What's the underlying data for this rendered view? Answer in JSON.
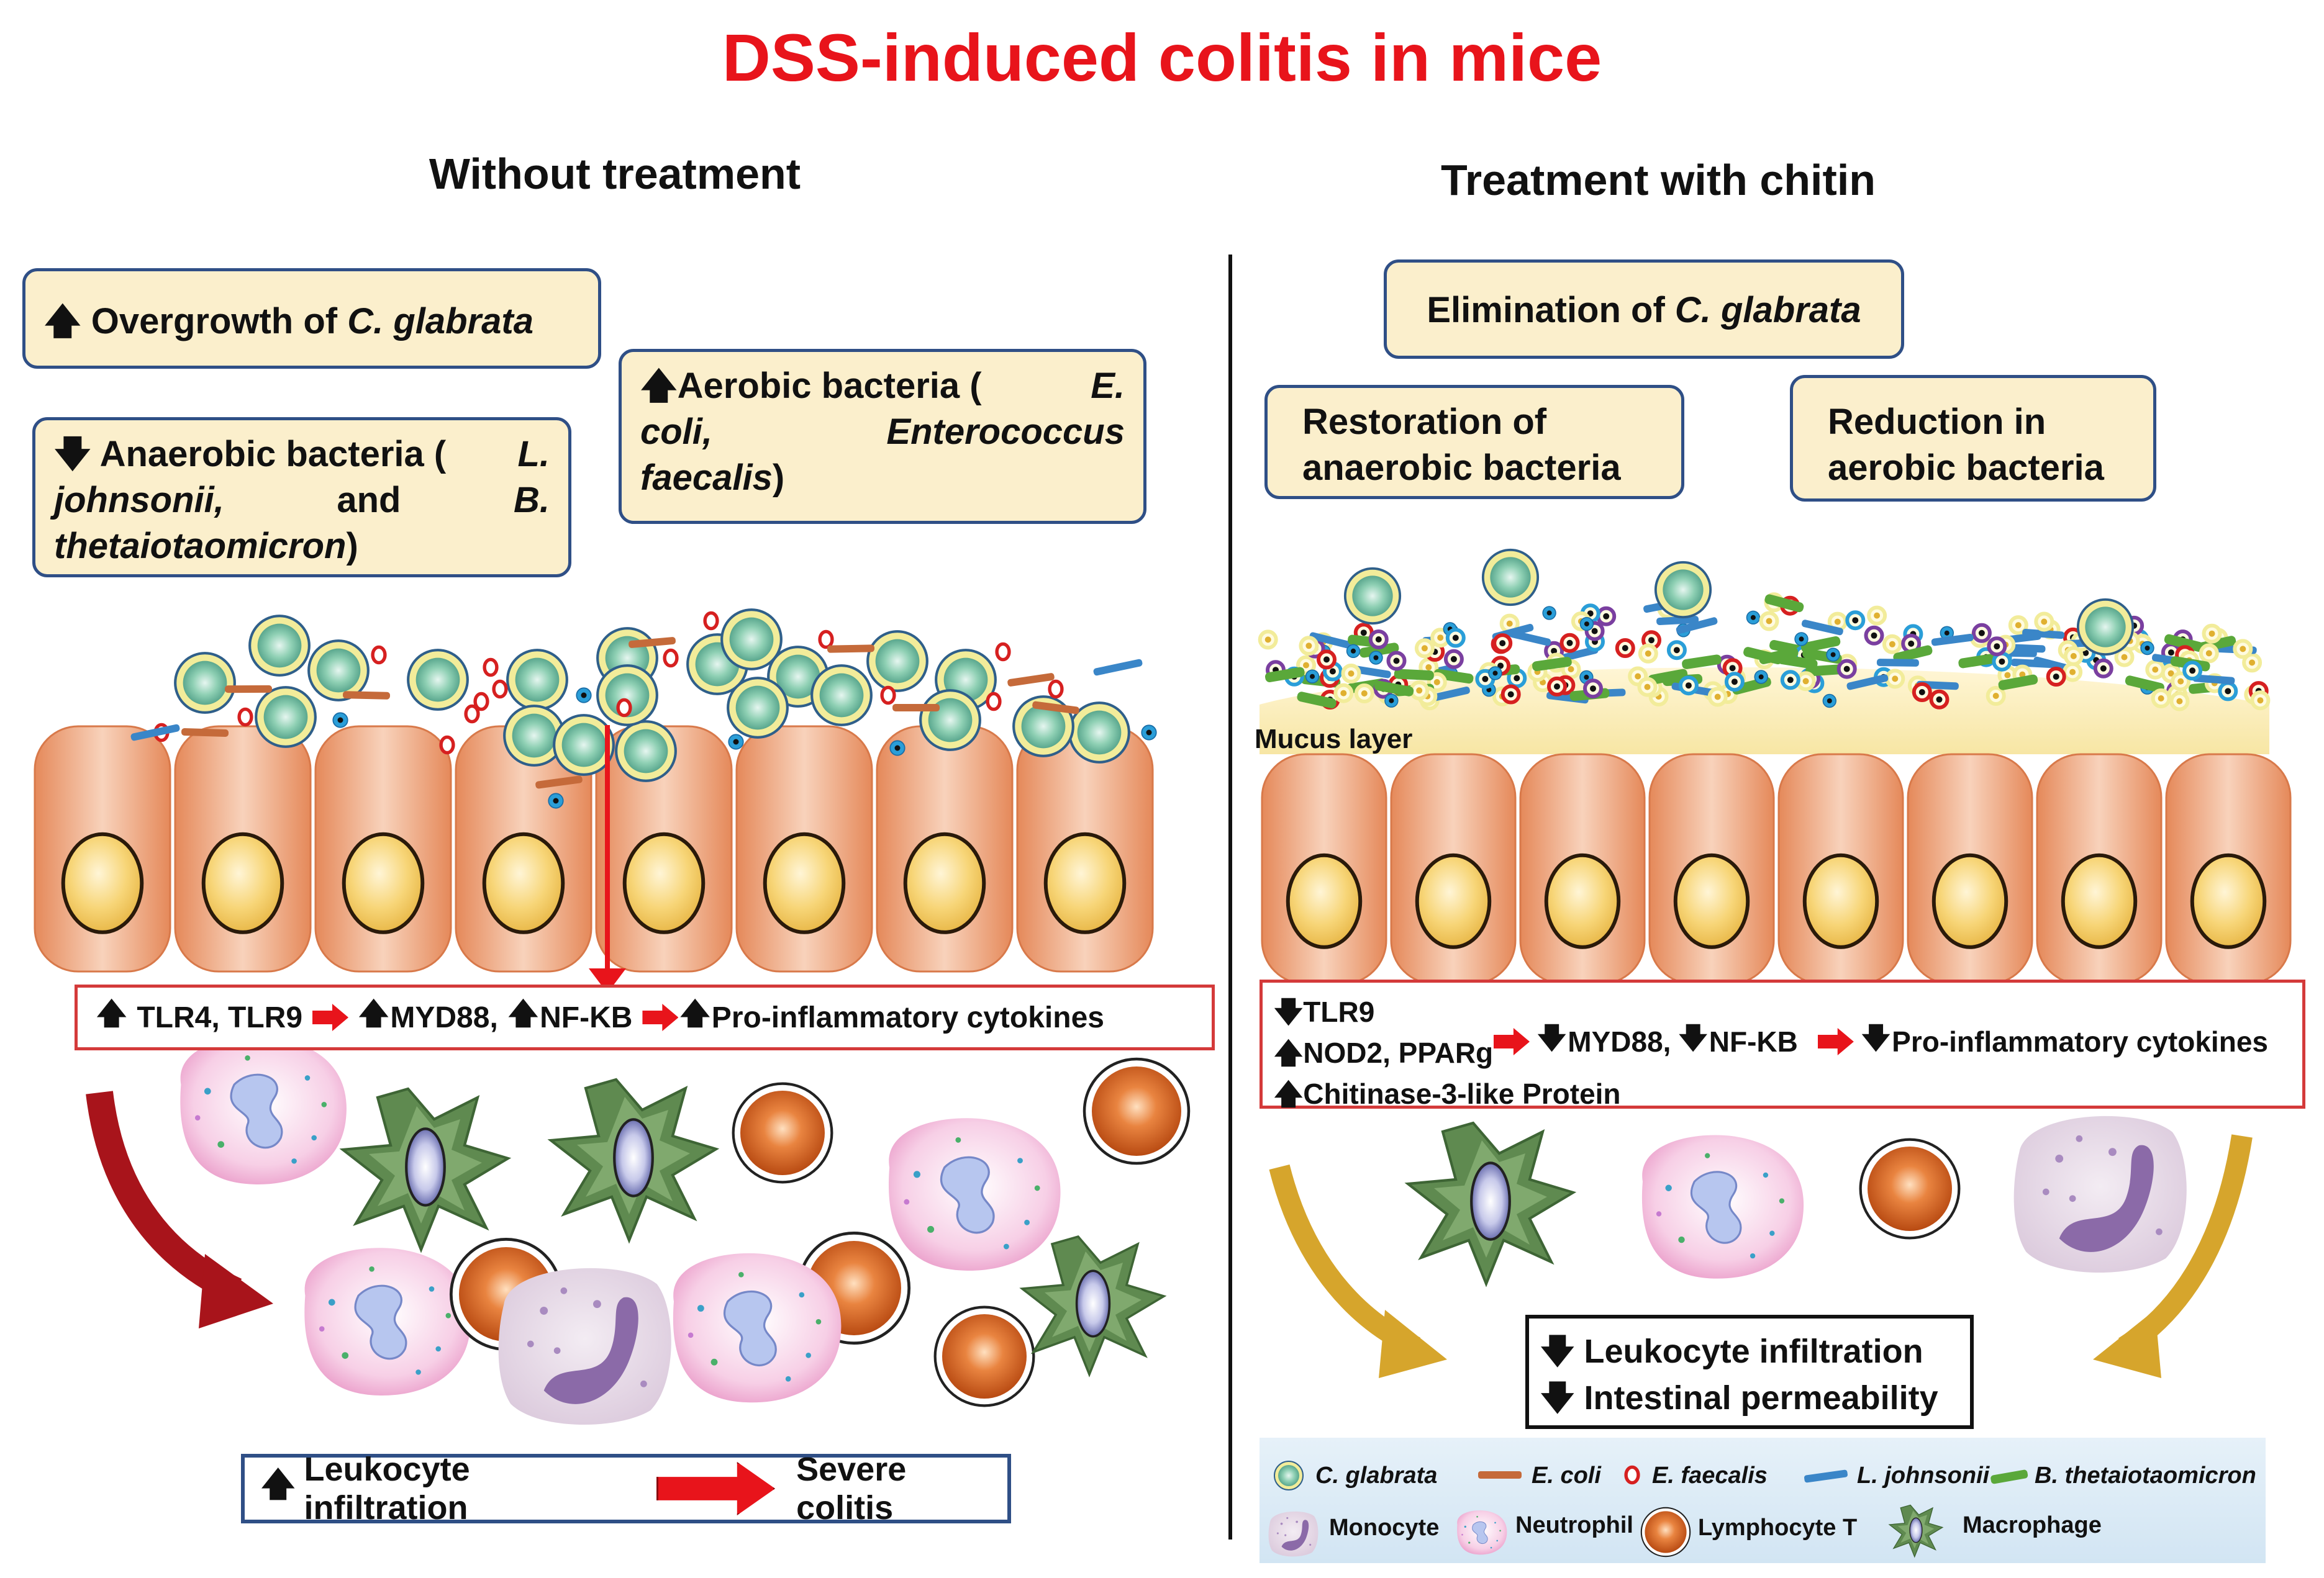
{
  "title": "DSS-induced colitis in mice",
  "left": {
    "heading": "Without  treatment",
    "box_candida": {
      "arrow": "up",
      "prefix": "Overgrowth of ",
      "italic": "C. glabrata"
    },
    "box_anaerobic": {
      "arrow": "down",
      "line1": "Anaerobic bacteria (",
      "line1_it": "L.",
      "line2_it": "johnsonii,",
      "line2": " and ",
      "line2_it2": "B.",
      "line3_it": "thetaiotaomicron",
      "line3": ")"
    },
    "box_aerobic": {
      "arrow": "up",
      "line1": "Aerobic bacteria (",
      "line1_it": "E.",
      "line2_it": "coli,",
      "line2_it2": "Enterococcus",
      "line3_it": "faecalis",
      "line3": ")"
    },
    "pathway": {
      "t1": "TLR4, TLR9",
      "t2": "MYD88,",
      "t3": "NF-KB",
      "t4": "Pro-inflammatory cytokines"
    },
    "outcome": {
      "t1": "Leukocyte infiltration",
      "t2": "Severe colitis"
    }
  },
  "right": {
    "heading": "Treatment with chitin",
    "box_elim": {
      "prefix": "Elimination of ",
      "italic": "C. glabrata"
    },
    "box_restore": {
      "line1": "Restoration of",
      "line2": "anaerobic bacteria"
    },
    "box_reduce": {
      "line1": "Reduction in",
      "line2": "aerobic bacteria"
    },
    "mucus_label": "Mucus layer",
    "pathway": {
      "r1": "TLR9",
      "r2": "NOD2, PPARg",
      "r3": "Chitinase-3-like Protein",
      "t2": "MYD88,",
      "t3": "NF-KB",
      "t4": "Pro-inflammatory cytokines"
    },
    "outcome": {
      "t1": "Leukocyte infiltration",
      "t2": "Intestinal permeability"
    }
  },
  "legend": {
    "c_glabrata": "C. glabrata",
    "e_coli": "E. coli",
    "e_faecalis": "E. faecalis",
    "l_johnsonii": "L. johnsonii",
    "b_theta": "B. thetaiotaomicron",
    "monocyte": "Monocyte",
    "neutrophil": "Neutrophil",
    "lymphocyte": "Lymphocyte T",
    "macrophage": "Macrophage"
  },
  "colors": {
    "title": "#e8141b",
    "box_fill": "#fbefcc",
    "box_border": "#2f4f86",
    "cell": "#e79a6b",
    "nucleus": "#f7cf66",
    "red_arrow": "#e8141b",
    "gold_arrow": "#d6a52c",
    "dark_red_arrow": "#a8141b"
  },
  "icons": [
    "up-arrow",
    "down-arrow",
    "red-block-arrow",
    "curved-arrow"
  ]
}
